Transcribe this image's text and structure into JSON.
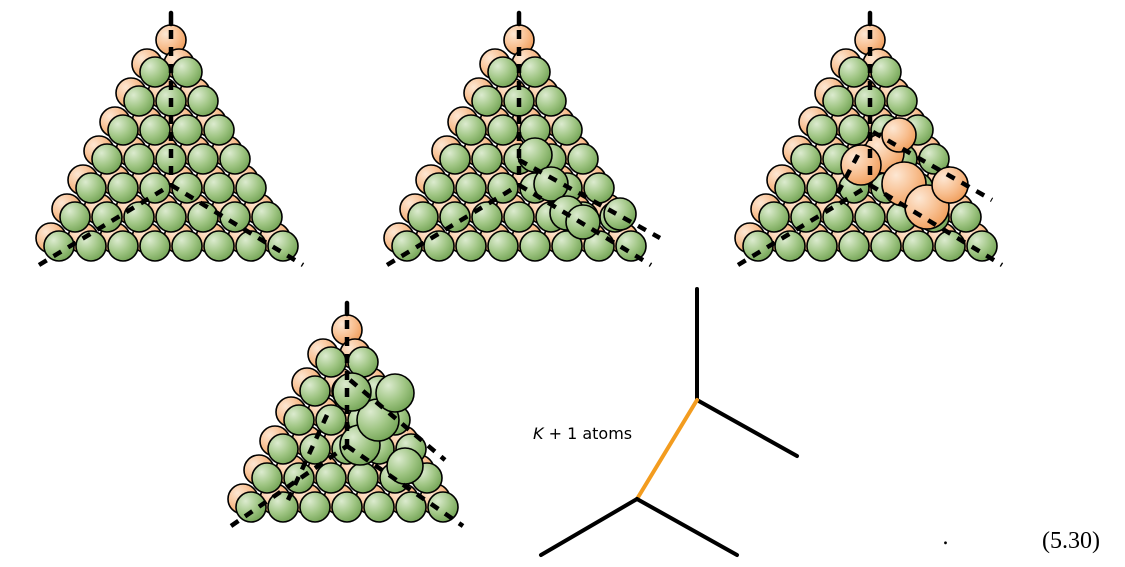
{
  "labels": {
    "atoms_var": "K",
    "atoms_rest": " + 1 atoms",
    "period": ".",
    "equation_number": "(5.30)"
  },
  "colors": {
    "orange_fill": "#f7bd8c",
    "green_fill": "#9cc47f",
    "outline": "#000000",
    "highlight_edge": "#f39c1f",
    "edge": "#000000"
  }
}
